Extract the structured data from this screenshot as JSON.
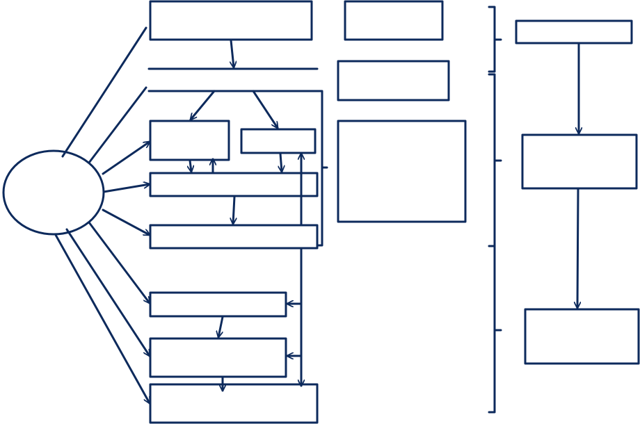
{
  "diagram": {
    "stroke_color": "#0d2a5c",
    "background_color": "#ffffff",
    "nodes": [
      "ellipse",
      "box-a",
      "box-b",
      "box-c",
      "box-d",
      "box-e",
      "box-f",
      "box-g",
      "box-h",
      "box-i",
      "box-j",
      "box-k",
      "box-l",
      "box-m",
      "box-n",
      "box-o",
      "box-p"
    ],
    "text": []
  }
}
